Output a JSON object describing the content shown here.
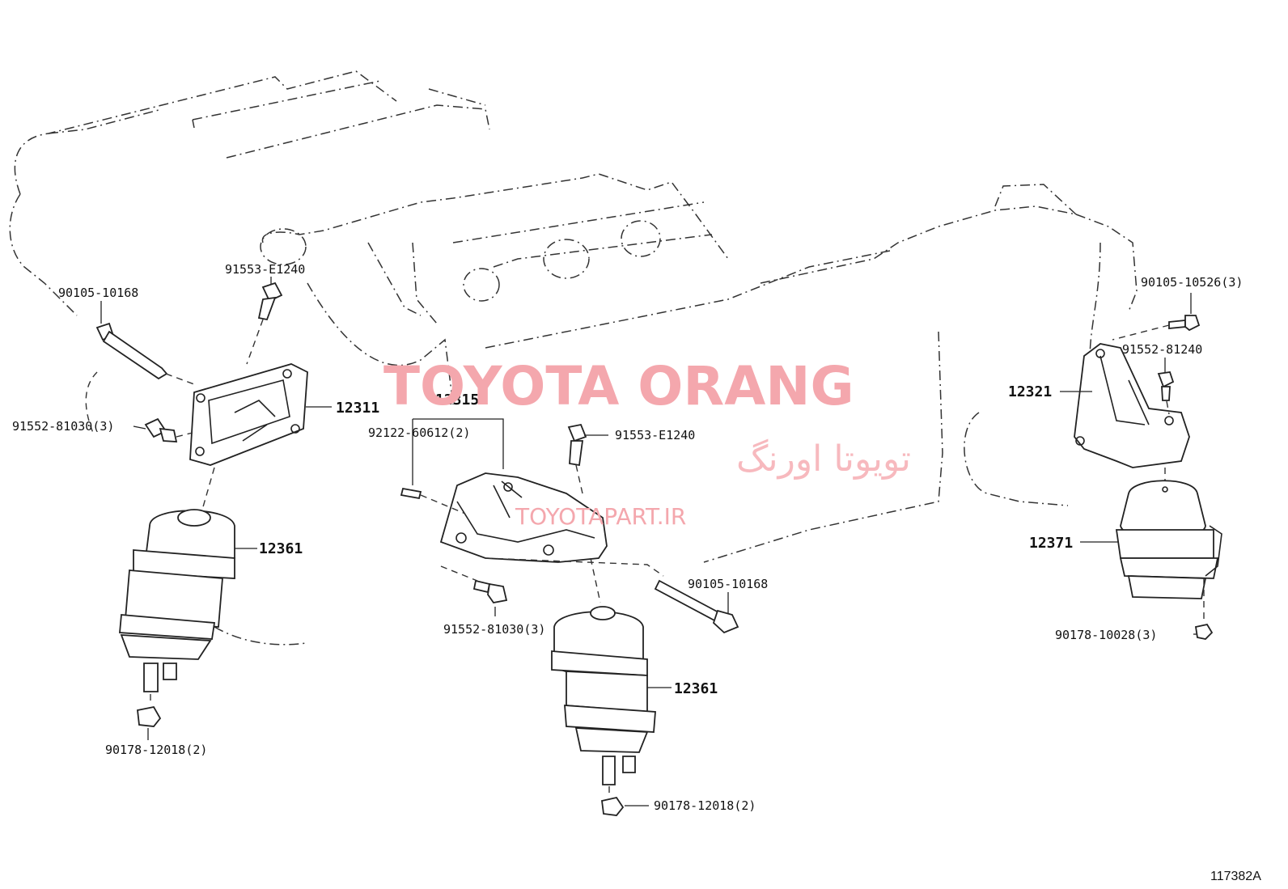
{
  "watermark": {
    "title": "TOYOTA ORANG",
    "title_fa": "تویوتا اورنگ",
    "url": "TOYOTAPART.IR"
  },
  "diagram_id": "117382A",
  "labels": {
    "l_90105_10168_left": "90105-10168",
    "l_91553_e1240_top": "91553-E1240",
    "l_91552_81030_left": "91552-81030(3)",
    "l_12311": "12311",
    "l_12361_left": "12361",
    "l_90178_12018_left": "90178-12018(2)",
    "l_12315": "12315",
    "l_92122_60612": "92122-60612(2)",
    "l_91553_e1240_mid": "91553-E1240",
    "l_91552_81030_mid": "91552-81030(3)",
    "l_90105_10168_mid": "90105-10168",
    "l_12361_mid": "12361",
    "l_90178_12018_mid": "90178-12018(2)",
    "l_90105_10526": "90105-10526(3)",
    "l_91552_81240": "91552-81240",
    "l_12321": "12321",
    "l_12371": "12371",
    "l_90178_10028": "90178-10028(3)"
  }
}
